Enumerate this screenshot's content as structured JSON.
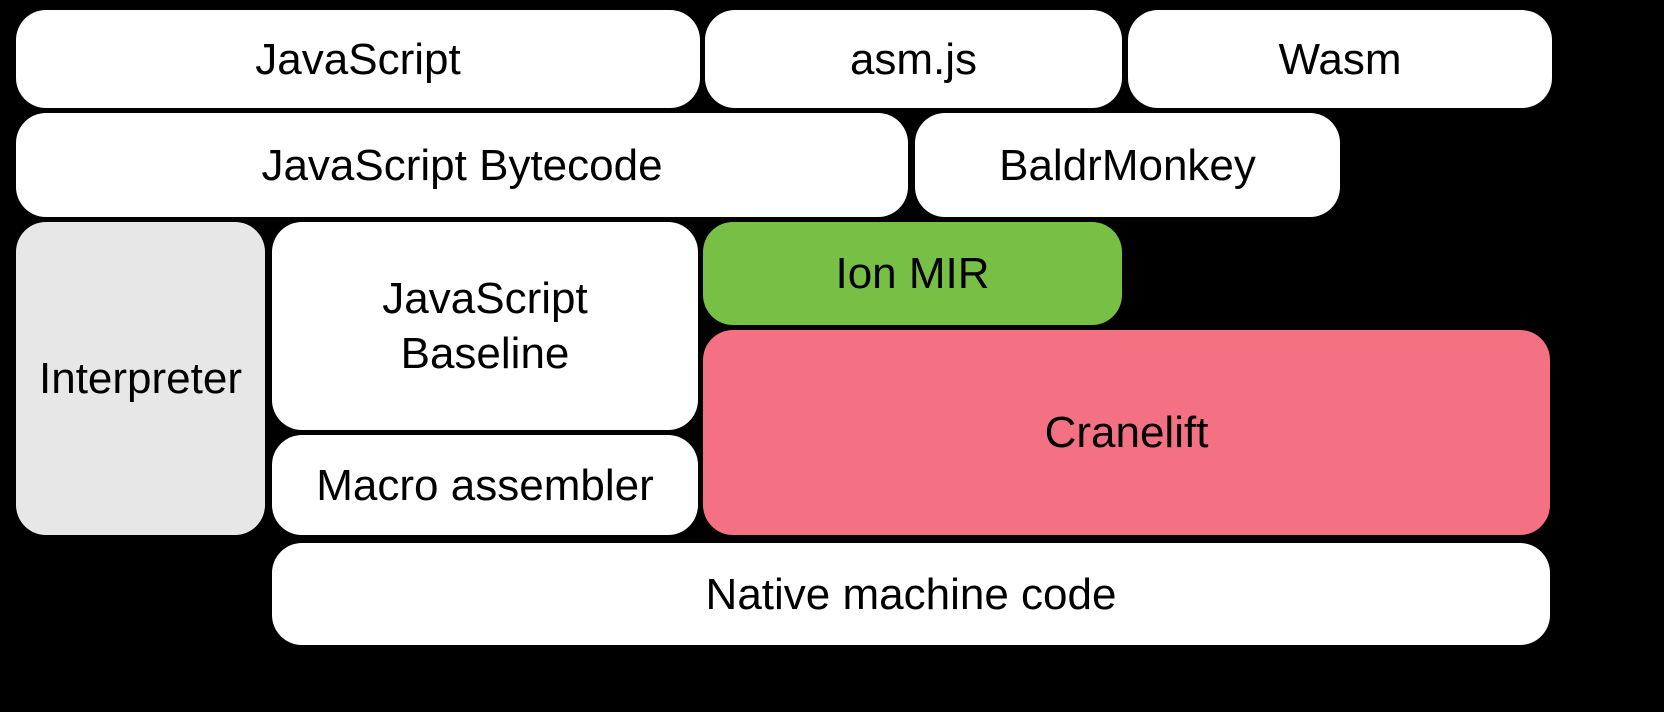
{
  "diagram": {
    "background": "#000000",
    "text_color": "#000000",
    "boxes": [
      {
        "id": "javascript",
        "label": "JavaScript",
        "color": "#ffffff"
      },
      {
        "id": "asm-js",
        "label": "asm.js",
        "color": "#ffffff"
      },
      {
        "id": "wasm",
        "label": "Wasm",
        "color": "#ffffff"
      },
      {
        "id": "javascript-bytecode",
        "label": "JavaScript Bytecode",
        "color": "#ffffff"
      },
      {
        "id": "baldrmonkey",
        "label": "BaldrMonkey",
        "color": "#ffffff"
      },
      {
        "id": "interpreter",
        "label": "Interpreter",
        "color": "#e7e7e7"
      },
      {
        "id": "javascript-baseline",
        "label": "JavaScript Baseline",
        "color": "#ffffff"
      },
      {
        "id": "ion-mir",
        "label": "Ion MIR",
        "color": "#78bf45"
      },
      {
        "id": "cranelift",
        "label": "Cranelift",
        "color": "#f47183"
      },
      {
        "id": "macro-assembler",
        "label": "Macro assembler",
        "color": "#ffffff"
      },
      {
        "id": "native-machine-code",
        "label": "Native machine code",
        "color": "#ffffff"
      }
    ]
  }
}
